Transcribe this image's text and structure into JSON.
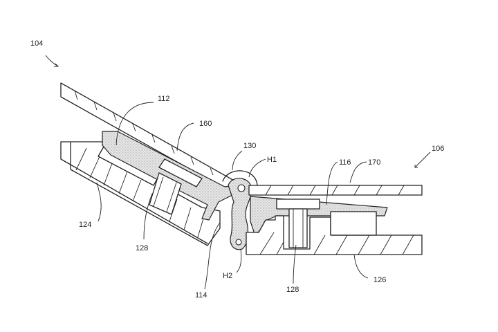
{
  "labels": {
    "l104": "104",
    "l112": "112",
    "l160": "160",
    "l130": "130",
    "lH1": "H1",
    "l116": "116",
    "l170": "170",
    "l106": "106",
    "l124": "124",
    "l128a": "128",
    "lH2": "H2",
    "l128b": "128",
    "l114": "114",
    "l126": "126"
  }
}
